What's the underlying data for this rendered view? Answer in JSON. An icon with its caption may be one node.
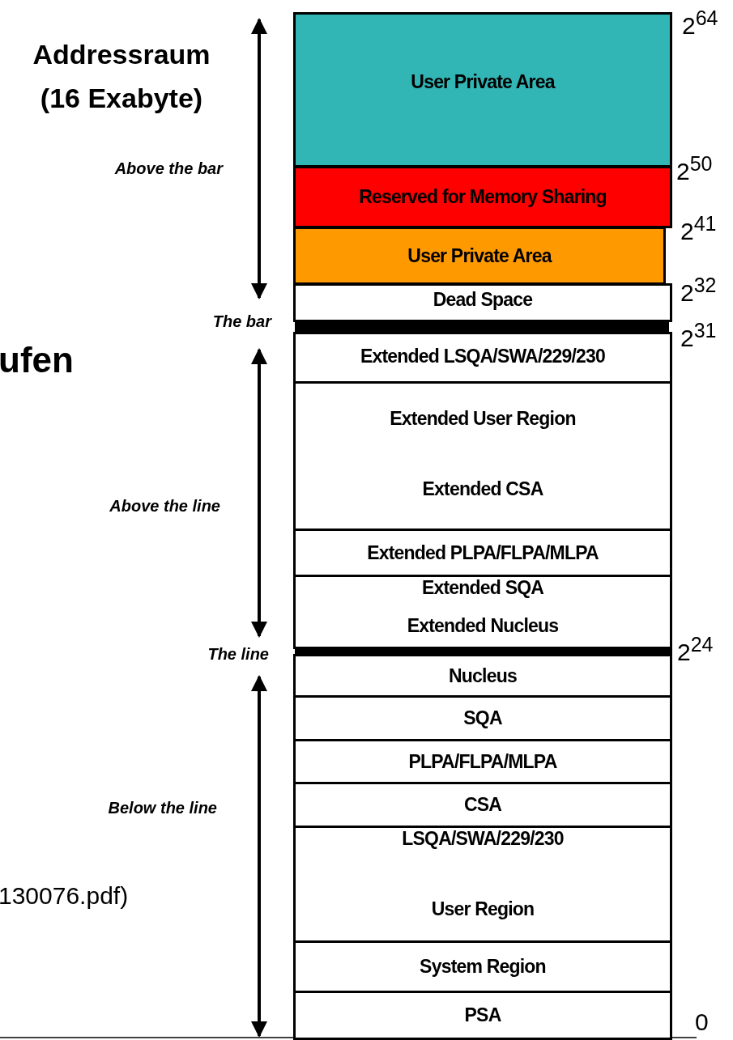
{
  "diagram": {
    "nodes": [
      {
        "text": [
          "User Private Area"
        ]
      },
      {
        "text": [
          "Reserved for Memory Sharing"
        ]
      },
      {
        "text": [
          "User Private Area"
        ]
      },
      {
        "text": [
          "Dead Space"
        ]
      },
      {
        "text": [
          "Extended LSQA/SWA/229/230"
        ]
      },
      {
        "text": [
          "Extended User Region",
          "Extended CSA"
        ]
      },
      {
        "text": [
          "Extended PLPA/FLPA/MLPA"
        ]
      },
      {
        "text": [
          "Extended SQA",
          "Extended Nucleus"
        ]
      },
      {
        "text": [
          "Nucleus"
        ]
      },
      {
        "text": [
          "SQA"
        ]
      },
      {
        "text": [
          "PLPA/FLPA/MLPA"
        ]
      },
      {
        "text": [
          "CSA"
        ]
      },
      {
        "text": [
          "LSQA/SWA/229/230",
          "User Region"
        ]
      },
      {
        "text": [
          "System Region"
        ]
      },
      {
        "text": [
          "PSA"
        ]
      }
    ],
    "edges": [],
    "labels": [
      "Addressraum (16 Exabyte)",
      "2$^{64}$",
      "Above the bar",
      "2$^{50}$",
      "2$^{41}$",
      "2$^{32}$",
      "The bar",
      "2$^{31}$",
      "ufen",
      "Above the line",
      "The line",
      "2$^{24}$",
      "Below the line",
      "130076.pdf)",
      "0"
    ]
  }
}
